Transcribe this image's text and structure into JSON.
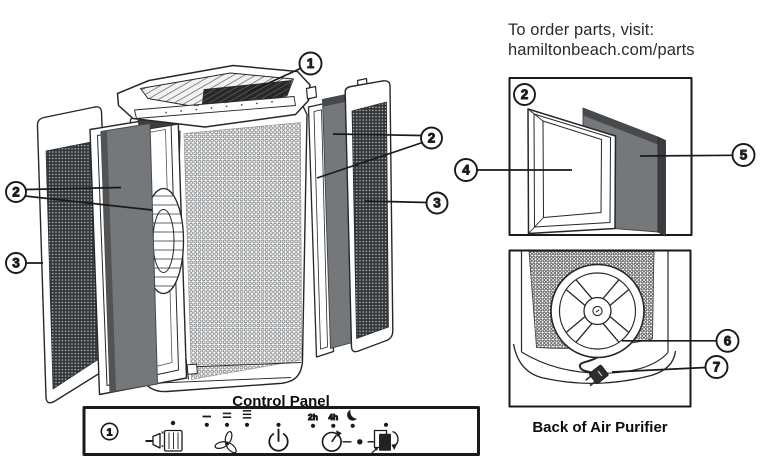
{
  "colors": {
    "line": "#1a1a1a",
    "filter_gray": "#75787b",
    "filter_gray_dark": "#47494c",
    "mesh_dark_bg": "#34373a",
    "text": "#2b2b2b"
  },
  "header": {
    "order_line1": "To order parts, visit:",
    "order_line2": "hamiltonbeach.com/parts"
  },
  "exploded_view": {
    "callout_top_grille": "1",
    "callout_left_filters": "2",
    "callout_left_cover": "3",
    "callout_right_filters": "2",
    "callout_right_cover": "3"
  },
  "filter_detail_box": {
    "corner_callout": "2",
    "callout_hepa_filter": "4",
    "callout_carbon_prefilter": "5"
  },
  "back_view_box": {
    "caption": "Back of Air Purifier",
    "callout_fan_cover": "6",
    "callout_power_cord": "7"
  },
  "control_panel": {
    "title": "Control Panel",
    "callout": "1",
    "timer_2h": "2h",
    "timer_4h": "4h",
    "icons": [
      "clean-filter-indicator-icon",
      "fan-speed-low-icon",
      "fan-speed-medium-icon",
      "fan-speed-high-icon",
      "fan-icon",
      "power-icon",
      "timer-icon",
      "night-mode-moon-icon",
      "filter-replace-icon"
    ]
  }
}
